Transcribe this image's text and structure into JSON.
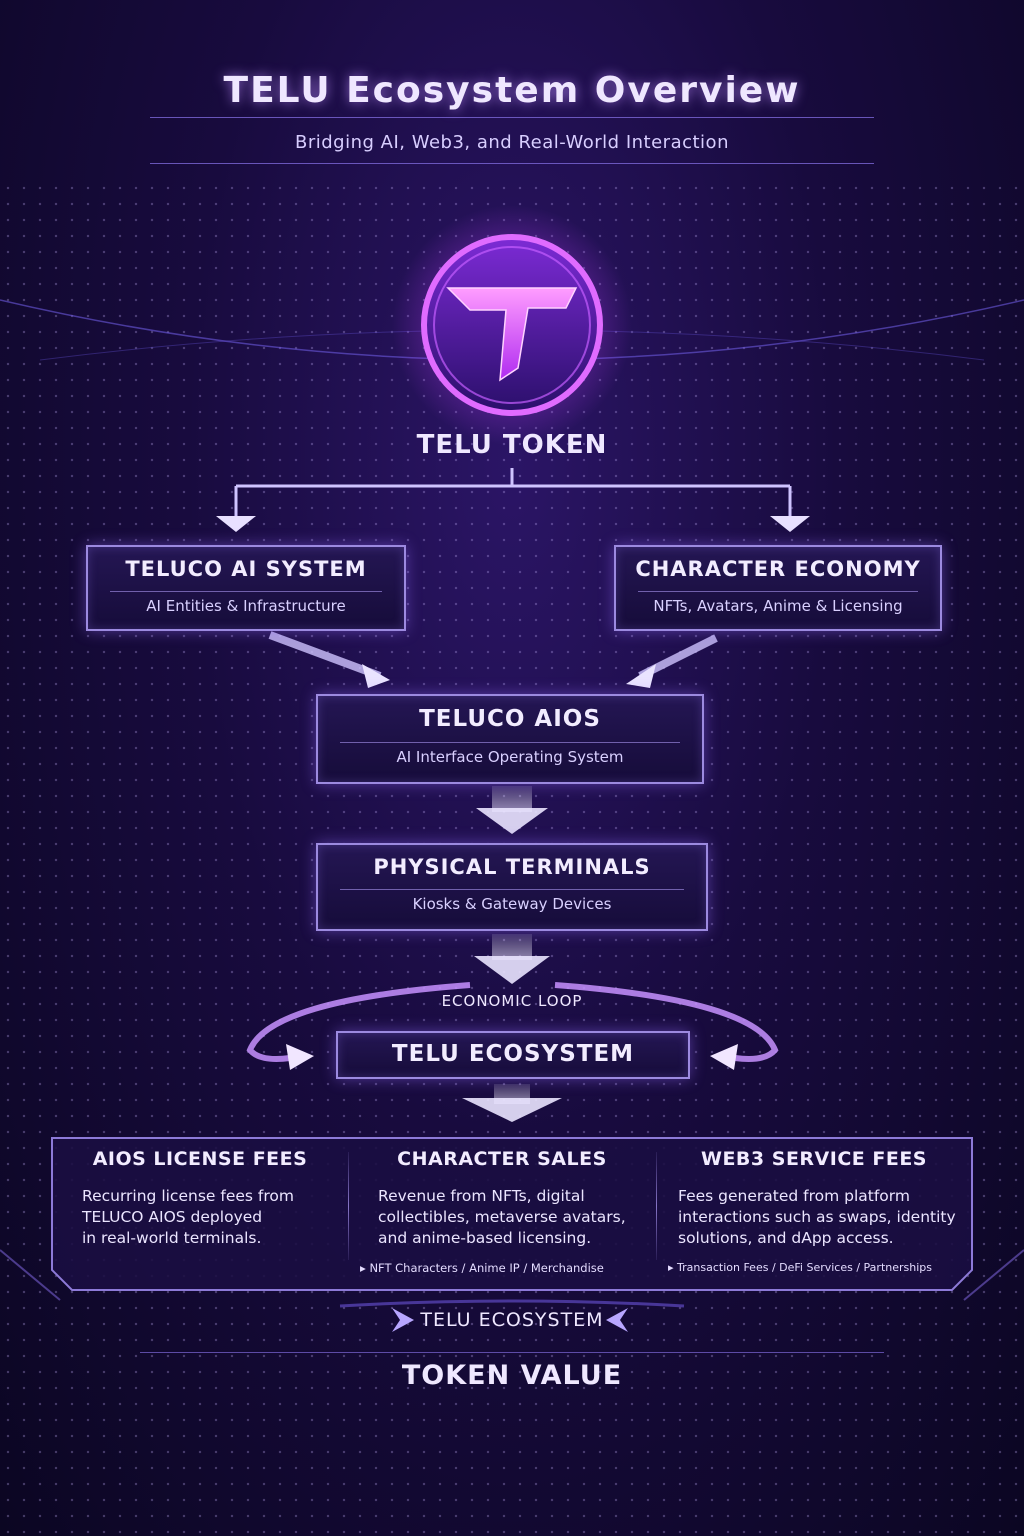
{
  "header": {
    "title": "TELU Ecosystem Overview",
    "subtitle": "Bridging AI, Web3, and Real-World Interaction"
  },
  "token": {
    "label": "TELU TOKEN",
    "logo_letter": "T"
  },
  "nodes": {
    "ai_system": {
      "title": "TELUCO AI SYSTEM",
      "subtitle": "AI Entities & Infrastructure"
    },
    "character_economy": {
      "title": "CHARACTER ECONOMY",
      "subtitle": "NFTs, Avatars, Anime & Licensing"
    },
    "aios": {
      "title": "TELUCO AIOS",
      "subtitle": "AI Interface Operating System"
    },
    "terminals": {
      "title": "PHYSICAL TERMINALS",
      "subtitle": "Kiosks & Gateway Devices"
    },
    "loop_label": "ECONOMIC LOOP",
    "ecosystem": {
      "title": "TELU ECOSYSTEM"
    }
  },
  "revenue": [
    {
      "title": "AIOS LICENSE FEES",
      "lines": [
        "Recurring license fees from",
        "TELUCO AIOS deployed",
        "in real-world terminals."
      ],
      "footer": ""
    },
    {
      "title": "CHARACTER SALES",
      "lines": [
        "Revenue from NFTs, digital",
        "collectibles, metaverse avatars,",
        "and anime-based licensing."
      ],
      "footer": "NFT Characters / Anime IP / Merchandise"
    },
    {
      "title": "WEB3 SERVICE FEES",
      "lines": [
        "Fees generated from platform",
        "interactions such as swaps, identity",
        "solutions, and dApp access."
      ],
      "footer": "Transaction Fees / DeFi Services / Partnerships"
    }
  ],
  "bottom": {
    "ecosystem_label": "TELU ECOSYSTEM",
    "value_label": "TOKEN VALUE"
  },
  "colors": {
    "accent": "#c040ff",
    "border": "#9c8ae0",
    "background": "#180b3e"
  }
}
